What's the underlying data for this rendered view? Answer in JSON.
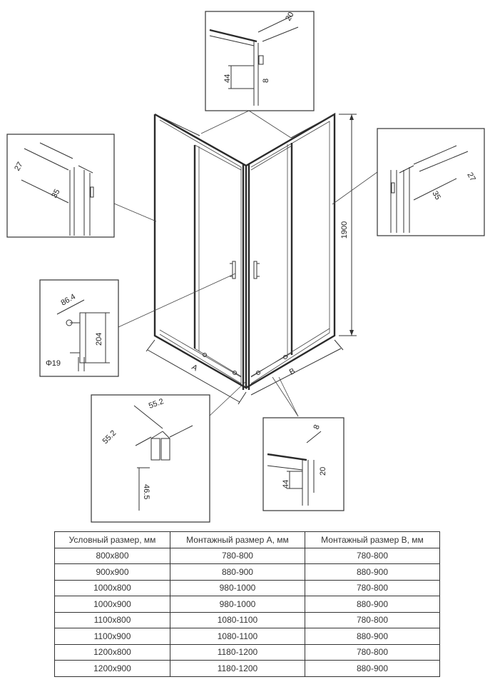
{
  "dimensions": {
    "height": "1900",
    "width_a": "A",
    "width_b": "B",
    "top_detail": {
      "d1": "20",
      "d2": "44",
      "d3": "8"
    },
    "left_detail": {
      "d1": "27",
      "d2": "35"
    },
    "right_detail": {
      "d1": "27",
      "d2": "35"
    },
    "handle_detail": {
      "d1": "86.4",
      "d2": "204",
      "d3": "Φ19"
    },
    "corner_detail": {
      "d1": "55.2",
      "d2": "55.2",
      "d3": "46.5"
    },
    "bottom_detail": {
      "d1": "8",
      "d2": "44",
      "d3": "20"
    }
  },
  "table": {
    "headers": [
      "Условный размер, мм",
      "Монтажный размер A, мм",
      "Монтажный размер B, мм"
    ],
    "rows": [
      [
        "800x800",
        "780-800",
        "780-800"
      ],
      [
        "900x900",
        "880-900",
        "880-900"
      ],
      [
        "1000x800",
        "980-1000",
        "780-800"
      ],
      [
        "1000x900",
        "980-1000",
        "880-900"
      ],
      [
        "1100x800",
        "1080-1100",
        "780-800"
      ],
      [
        "1100x900",
        "1080-1100",
        "880-900"
      ],
      [
        "1200x800",
        "1180-1200",
        "780-800"
      ],
      [
        "1200x900",
        "1180-1200",
        "880-900"
      ]
    ]
  }
}
